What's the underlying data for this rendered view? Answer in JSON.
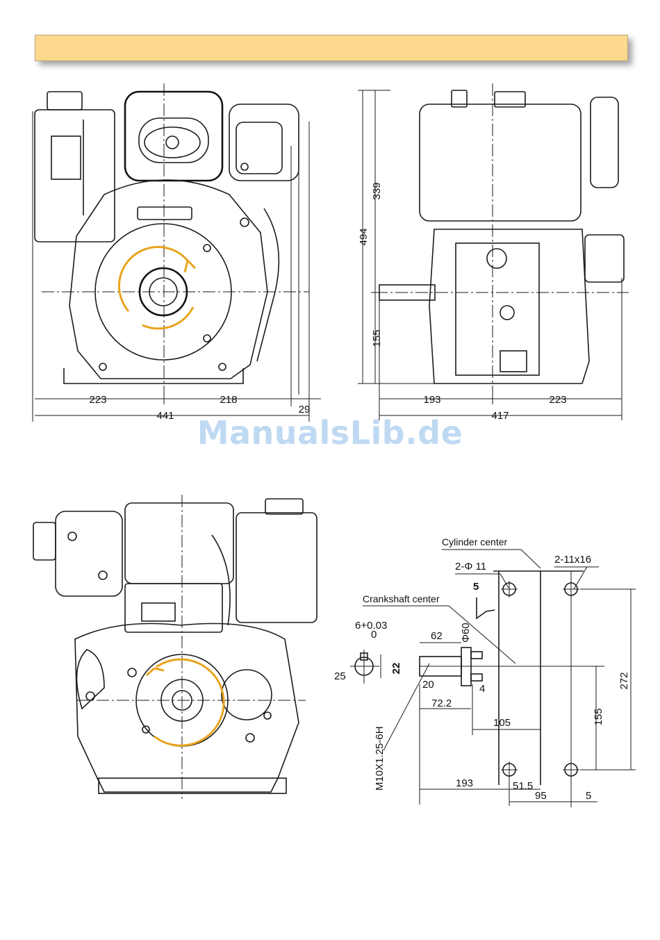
{
  "watermark": "ManualsLib.de",
  "colors": {
    "banner": "#fcd98f",
    "rotation_arrow": "#e8a41c",
    "watermark": "#bfd9f2"
  },
  "front_view": {
    "dims": {
      "left": "223",
      "right": "218",
      "total": "441",
      "offset": "29"
    }
  },
  "side_view": {
    "dims": {
      "height_total": "494",
      "height_upper": "339",
      "height_lower": "155",
      "left": "193",
      "right": "223",
      "total": "417"
    }
  },
  "shaft_detail": {
    "labels": {
      "cylinder_center": "Cylinder center",
      "crankshaft_center": "Crankshaft center",
      "hole_spec": "2-Φ 11",
      "slot_spec": "2-11x16",
      "thread_spec": "M10X1.25-6H"
    },
    "dims": {
      "key_width": "5",
      "key_tol": "6+0.03",
      "key_tol_low": "0",
      "shaft_dia": "25",
      "key_height": "22",
      "len_62": "62",
      "dia_60": "Φ60",
      "len_20": "20",
      "len_4": "4",
      "len_72": "72.2",
      "len_105": "105",
      "height_272": "272",
      "height_155": "155",
      "len_193": "193",
      "len_51": "51.5",
      "len_95": "95",
      "len_5": "5"
    }
  }
}
